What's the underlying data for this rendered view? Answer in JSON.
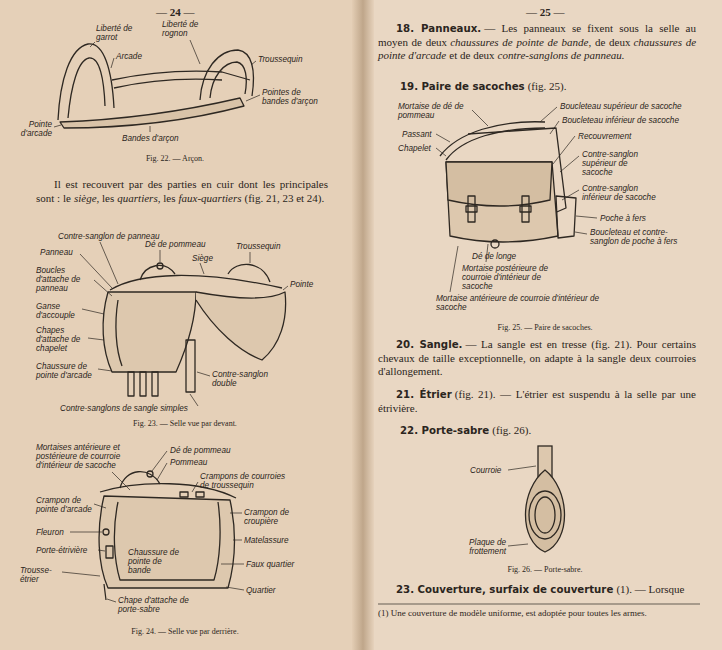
{
  "diagram": {
    "labels": [
      "— 24 —",
      "Liberté de garrot",
      "Arcade",
      "Liberté de rognon",
      "Troussequin",
      "Pointes de bandes d'arçon",
      "Pointe d'arcade",
      "Bandes d'arçon",
      "Fig. 22. — Arçon.",
      "Il est recouvert par des parties en cuir dont les principales sont : le",
      "siège",
      ", les",
      "quartiers",
      ", les",
      "faux-quartiers",
      "(fig. 21, 23 et 24).",
      "Contre-sanglon de panneau",
      "Dé de pommeau",
      "Panneau",
      "Siège",
      "Troussequin",
      "Pointe",
      "Boucles d'attache de panneau",
      "Ganse d'accouple",
      "Chapes d'attache de chapelet",
      "Chaussure de pointe d'arcade",
      "Contre-sanglon double",
      "Contre-sanglons de sangle simples",
      "Fig. 23. — Selle vue par devant.",
      "Mortaises antérieure et postérieure de courroie d'intérieur de sacoche",
      "Dé de pommeau",
      "Pommeau",
      "Crampons de courroies de troussequin",
      "Crampon de pointe d'arcade",
      "Fleuron",
      "Crampon de croupière",
      "Porte-étrivière",
      "Matelassure",
      "Trousse-étrier",
      "Chaussure de pointe de bande",
      "Faux quartier",
      "Quartier",
      "Chape d'attache de porte-sabre",
      "Fig. 24. — Selle vue par derrière.",
      "— 25 —",
      "18. Panneaux.",
      "— Les panneaux se fixent sous la selle au moyen de deux",
      "chaussures de pointe de bande",
      ", de deux",
      "chaussures de pointe d'arcade",
      "et de deux",
      "contre-sanglons de panneau.",
      "19. Paire de sacoches",
      "(fig. 25).",
      "Mortaise de dé de pommeau",
      "Passant",
      "Chapelet",
      "Boucleteau supérieur de sacoche",
      "Boucleteau inférieur de sacoche",
      "Recouvrement",
      "Contre-sanglon supérieur de sacoche",
      "Contre-sanglon inférieur de sacoche",
      "Poche à fers",
      "Boucleteau et contre-sanglon de poche à fers",
      "Dé de longe",
      "Mortaise postérieure de courroie d'intérieur de sacoche",
      "Mortaise antérieure de courroie d'intérieur de sacoche",
      "Fig. 25. — Paire de sacoches.",
      "20. Sangle.",
      "— La sangle est en tresse (fig. 21). Pour certains chevaux de taille exceptionnelle, on adapte à la sangle deux courroies d'allongement.",
      "21. Étrier",
      "(fig. 21). — L'étrier est suspendu à la selle par une étrivière.",
      "22. Porte-sabre",
      "(fig. 26).",
      "Courroie",
      "Plaque de frottement",
      "Fig. 26. — Porte-sabre.",
      "23. Couverture, surfaix de couverture",
      "(1). — Lorsque",
      "(1) Une couverture de modèle uniforme, est adoptée pour toutes les armes."
    ]
  }
}
